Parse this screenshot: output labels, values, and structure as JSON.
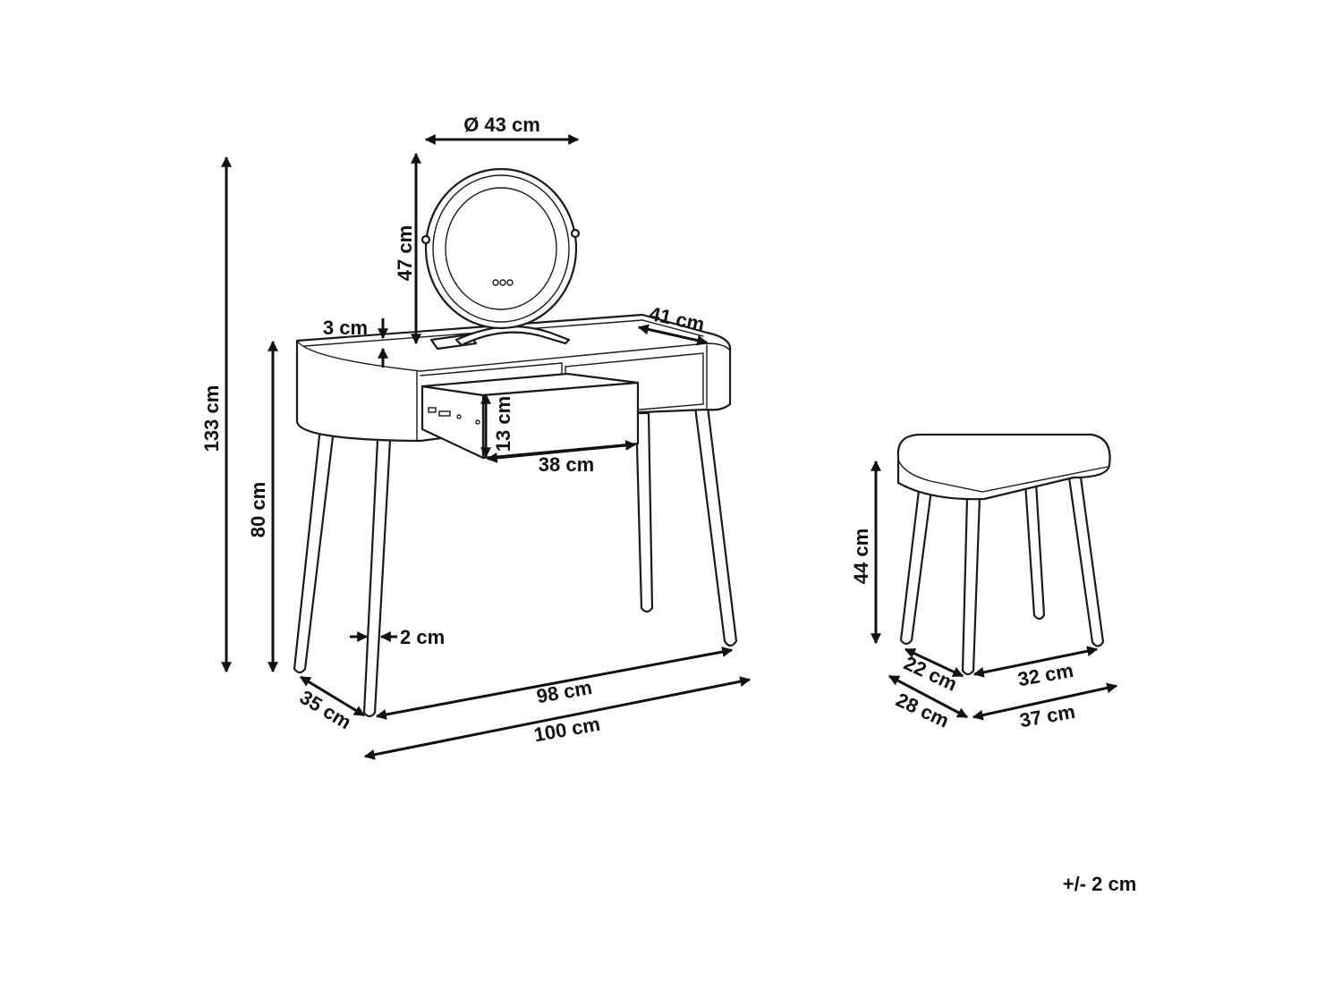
{
  "dimensions": {
    "mirror_diameter": "Ø 43 cm",
    "mirror_height": "47 cm",
    "total_height": "133 cm",
    "top_thickness": "3 cm",
    "top_depth": "41 cm",
    "drawer_height": "13 cm",
    "drawer_width": "38 cm",
    "table_height": "80 cm",
    "leg_width": "2 cm",
    "table_depth": "35 cm",
    "inner_width": "98 cm",
    "table_width": "100 cm",
    "stool_height": "44 cm",
    "stool_inner_depth": "22 cm",
    "stool_inner_width": "32 cm",
    "stool_depth": "28 cm",
    "stool_width": "37 cm"
  },
  "tolerance": "+/- 2 cm"
}
